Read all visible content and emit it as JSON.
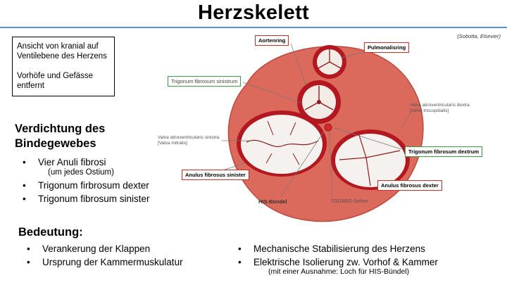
{
  "page_title": "Herzskelett",
  "infobox": {
    "line1": "Ansicht von kranial auf Ventilebene des Herzens",
    "line2": "Vorhöfe und Gefässe entfernt"
  },
  "source": "(Sobotta, Elsevier)",
  "verdichtung": {
    "heading": "Verdichtung des Bindegewebes",
    "items": [
      {
        "text": "Vier Anuli fibrosi",
        "sub": "(um jedes Ostium)"
      },
      {
        "text": "Trigonum firbrosum dexter"
      },
      {
        "text": "Trigonum fibrosum sinister"
      }
    ]
  },
  "bedeutung": {
    "heading": "Bedeutung:",
    "left": [
      "Verankerung der Klappen",
      "Ursprung der Kammermuskulatur"
    ],
    "right": [
      "Mechanische Stabilisierung des Herzens",
      "Elektrische Isolierung zw. Vorhof & Kammer"
    ],
    "note": "(mit einer Ausnahme: Loch für HIS-Bündel)"
  },
  "diagram": {
    "labels": {
      "aortenring": "Aortenring",
      "pulmonalisring": "Pulmonalisring",
      "trig_sin": "Trigonum fibrosum sinistrum",
      "trig_dex": "Trigonum fibrosum dextrum",
      "anulus_sin": "Anulus fibrosus sinister",
      "anulus_dex": "Anulus fibrosus dexter",
      "his": "HIS-Bündel",
      "todaro": "TODARO-Sehne",
      "mitralis1": "Valva atrioventricularis sinistra",
      "mitralis2": "[Valva mitralis]",
      "tricus1": "Valva atrioventricularis dextra",
      "tricus2": "[Valva tricuspidalis]"
    },
    "colors": {
      "heart": "#dc6a5c",
      "ring": "#b3171f",
      "label_red": "#c8302c",
      "label_green": "#3a9a4a"
    }
  }
}
